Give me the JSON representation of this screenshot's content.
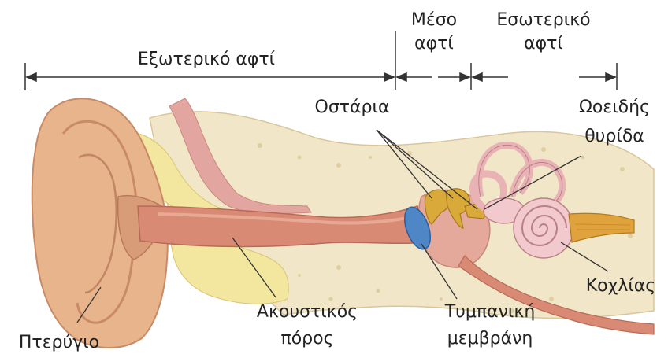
{
  "sections": {
    "outer": "Εξωτερικό αφτί",
    "middle_line1": "Μέσο",
    "middle_line2": "αφτί",
    "inner_line1": "Εσωτερικό",
    "inner_line2": "αφτί"
  },
  "labels": {
    "ossicles": "Οστάρια",
    "oval_window_line1": "Ωοειδής",
    "oval_window_line2": "θυρίδα",
    "cochlea": "Κοχλίας",
    "pinna": "Πτερύγιο",
    "canal_line1": "Ακουστικός",
    "canal_line2": "πόρος",
    "eardrum_line1": "Τυμπανική",
    "eardrum_line2": "μεμβράνη"
  },
  "colors": {
    "skin": "#e8b48c",
    "skin_dark": "#c98a66",
    "canal": "#d98a74",
    "cartilage_yellow": "#f3e7a0",
    "bone": "#f1e6c8",
    "eardrum_blue": "#4f86c6",
    "cochlea_pink": "#f2c9cc",
    "ossicle_gold": "#d9a93a",
    "nerve": "#e0a23c"
  }
}
